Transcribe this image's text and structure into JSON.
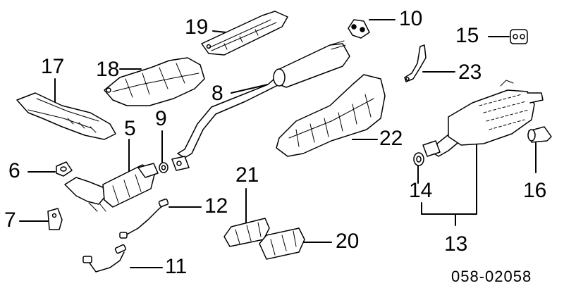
{
  "colors": {
    "ink": "#000000",
    "paper": "#ffffff",
    "shade": "#888888",
    "hatch": "#555555"
  },
  "diagram_code": "058-02058",
  "callouts": [
    {
      "id": "c1",
      "text": "19"
    },
    {
      "id": "c2",
      "text": "10"
    },
    {
      "id": "c3",
      "text": "15"
    },
    {
      "id": "c4",
      "text": "17"
    },
    {
      "id": "c5",
      "text": "18"
    },
    {
      "id": "c6",
      "text": "23"
    },
    {
      "id": "c7",
      "text": "8"
    },
    {
      "id": "c8",
      "text": "9"
    },
    {
      "id": "c9",
      "text": "5"
    },
    {
      "id": "c10",
      "text": "22"
    },
    {
      "id": "c11",
      "text": "6"
    },
    {
      "id": "c12",
      "text": "21"
    },
    {
      "id": "c13",
      "text": "14"
    },
    {
      "id": "c14",
      "text": "16"
    },
    {
      "id": "c15",
      "text": "12"
    },
    {
      "id": "c16",
      "text": "7"
    },
    {
      "id": "c17",
      "text": "20"
    },
    {
      "id": "c18",
      "text": "13"
    },
    {
      "id": "c19",
      "text": "11"
    }
  ]
}
